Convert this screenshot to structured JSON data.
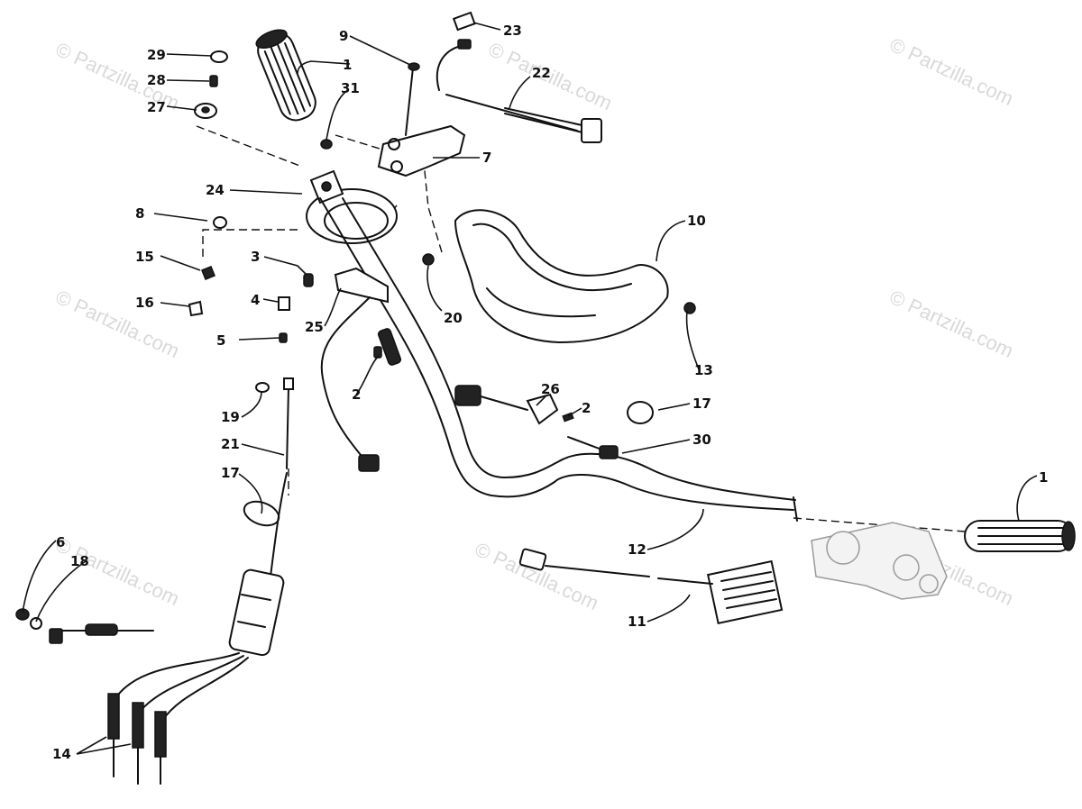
{
  "watermark": "© Partzilla.com",
  "callouts": {
    "c1a": "1",
    "c1b": "1",
    "c2a": "2",
    "c2b": "2",
    "c3": "3",
    "c4": "4",
    "c5": "5",
    "c6": "6",
    "c7": "7",
    "c8": "8",
    "c9": "9",
    "c10": "10",
    "c11": "11",
    "c12": "12",
    "c13": "13",
    "c14": "14",
    "c15": "15",
    "c16": "16",
    "c17a": "17",
    "c17b": "17",
    "c18": "18",
    "c19": "19",
    "c20": "20",
    "c21": "21",
    "c22": "22",
    "c23": "23",
    "c24": "24",
    "c25": "25",
    "c26": "26",
    "c27": "27",
    "c28": "28",
    "c29": "29",
    "c30": "30",
    "c31": "31"
  },
  "colors": {
    "ink": "#111111",
    "watermark": "#d9d9d9",
    "background": "#ffffff"
  }
}
